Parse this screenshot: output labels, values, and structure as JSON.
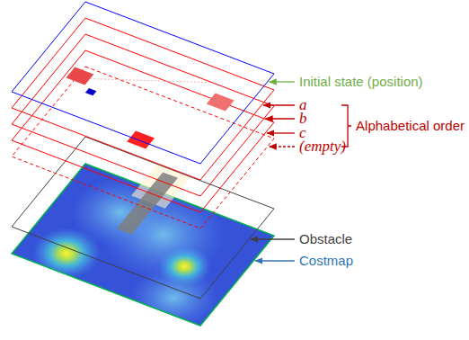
{
  "diagram": {
    "labels": [
      "Initial state (position)",
      "a",
      "b",
      "c",
      "(empty)",
      "Alphabetical order",
      "Obstacle",
      "Costmap"
    ]
  }
}
